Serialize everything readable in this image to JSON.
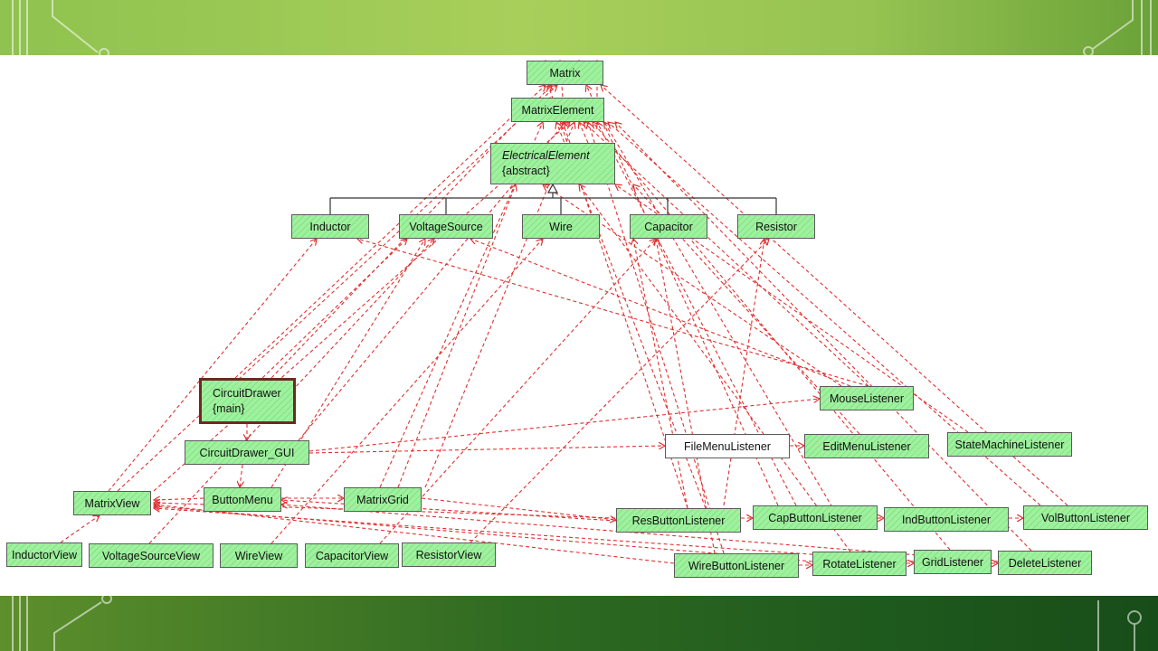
{
  "nodes": {
    "matrix": "Matrix",
    "matrix_element": "MatrixElement",
    "electrical_element": "ElectricalElement",
    "electrical_element_stereotype": "{abstract}",
    "inductor": "Inductor",
    "voltage_source": "VoltageSource",
    "wire": "Wire",
    "capacitor": "Capacitor",
    "resistor": "Resistor",
    "circuit_drawer": "CircuitDrawer",
    "circuit_drawer_stereotype": "{main}",
    "circuit_drawer_gui": "CircuitDrawer_GUI",
    "matrix_view": "MatrixView",
    "button_menu": "ButtonMenu",
    "matrix_grid": "MatrixGrid",
    "inductor_view": "InductorView",
    "voltage_source_view": "VoltageSourceView",
    "wire_view": "WireView",
    "capacitor_view": "CapacitorView",
    "resistor_view": "ResistorView",
    "mouse_listener": "MouseListener",
    "file_menu_listener": "FileMenuListener",
    "edit_menu_listener": "EditMenuListener",
    "state_machine_listener": "StateMachineListener",
    "res_button_listener": "ResButtonListener",
    "cap_button_listener": "CapButtonListener",
    "ind_button_listener": "IndButtonListener",
    "vol_button_listener": "VolButtonListener",
    "wire_button_listener": "WireButtonListener",
    "rotate_listener": "RotateListener",
    "grid_listener": "GridListener",
    "delete_listener": "DeleteListener"
  },
  "colors": {
    "class_fill": "#9ef29e",
    "dependency_arrow": "#e03030",
    "inheritance_line": "#333333",
    "banner_top": "#96c352",
    "banner_bottom": "#2f6a22"
  }
}
